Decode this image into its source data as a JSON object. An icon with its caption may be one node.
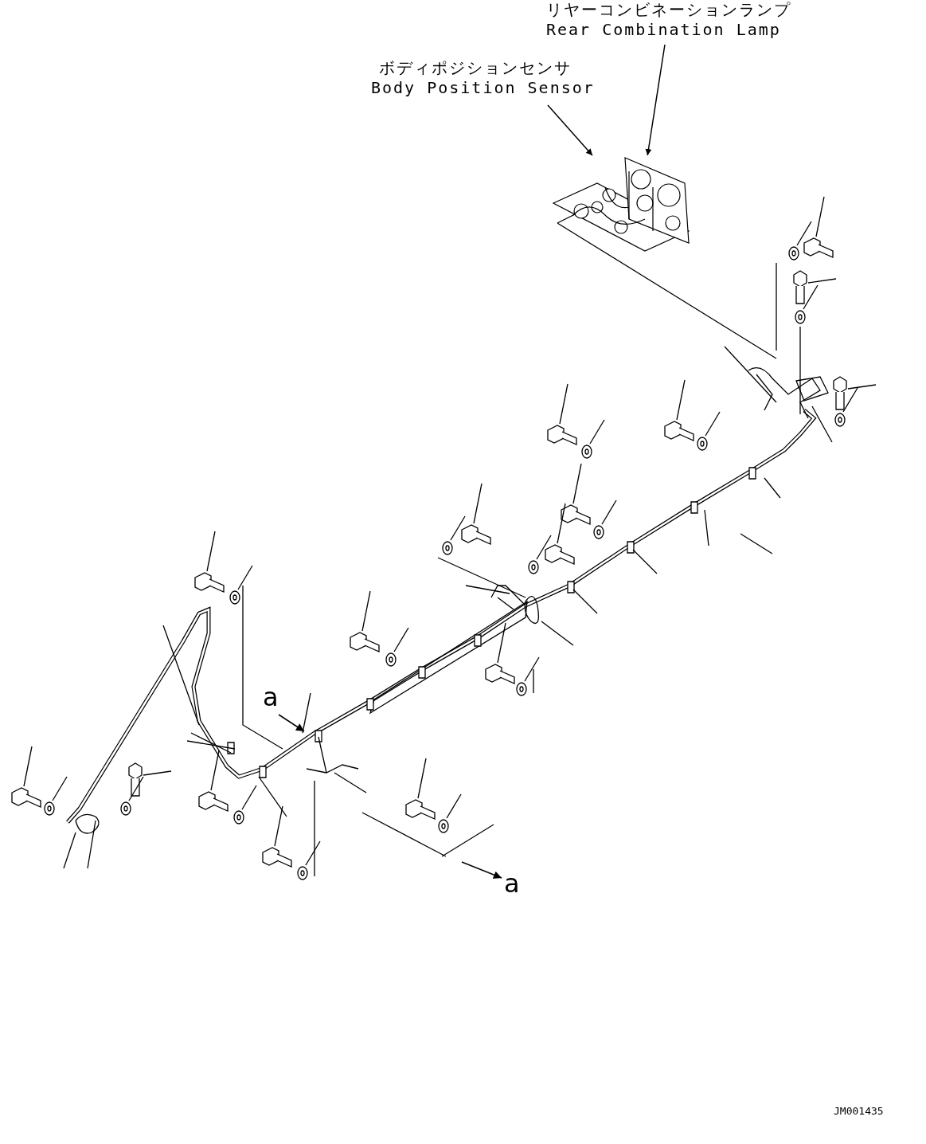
{
  "diagram": {
    "nodes": [
      {
        "text": [
          "リヤーコンビネーションランプ",
          "Rear Combination Lamp"
        ]
      },
      {
        "text": [
          "ボディポジションセンサ",
          "Body Position Sensor"
        ]
      },
      {
        "text": [],
        "shape": "picture"
      }
    ],
    "edges": [
      {
        "from": 0,
        "to": 2,
        "arrow": "to"
      },
      {
        "from": 1,
        "to": 2,
        "arrow": "to"
      }
    ],
    "labels": [
      "a",
      "a",
      "JM001435"
    ]
  }
}
